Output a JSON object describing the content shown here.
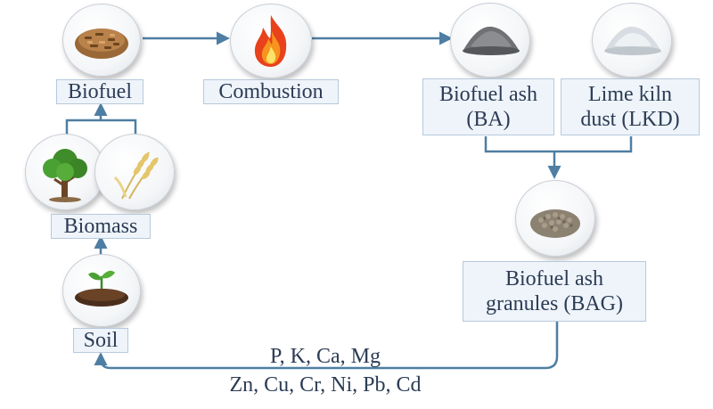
{
  "nodes": {
    "biofuel": {
      "label": "Biofuel",
      "icon": "wood-pellets-icon"
    },
    "combustion": {
      "label": "Combustion",
      "icon": "flame-icon"
    },
    "biofuel_ash": {
      "label_lines": [
        "Biofuel ash",
        "(BA)"
      ],
      "icon": "ash-pile-icon"
    },
    "lime_kiln_dust": {
      "label_lines": [
        "Lime kiln",
        "dust (LKD)"
      ],
      "icon": "dust-pile-icon"
    },
    "ash_granules": {
      "label_lines": [
        "Biofuel ash",
        "granules (BAG)"
      ],
      "icon": "granules-icon"
    },
    "biomass": {
      "label": "Biomass",
      "icons": [
        "tree-icon",
        "wheat-icon"
      ]
    },
    "soil": {
      "label": "Soil",
      "icon": "sprout-soil-icon"
    }
  },
  "nutrients": {
    "line1": "P, K, Ca, Mg",
    "line2": "Zn, Cu, Cr, Ni, Pb, Cd"
  },
  "colors": {
    "arrow": "#4e7ea3",
    "label_bg": "#eef4fa",
    "label_border": "#b7c9dc",
    "text": "#2c3c55"
  }
}
